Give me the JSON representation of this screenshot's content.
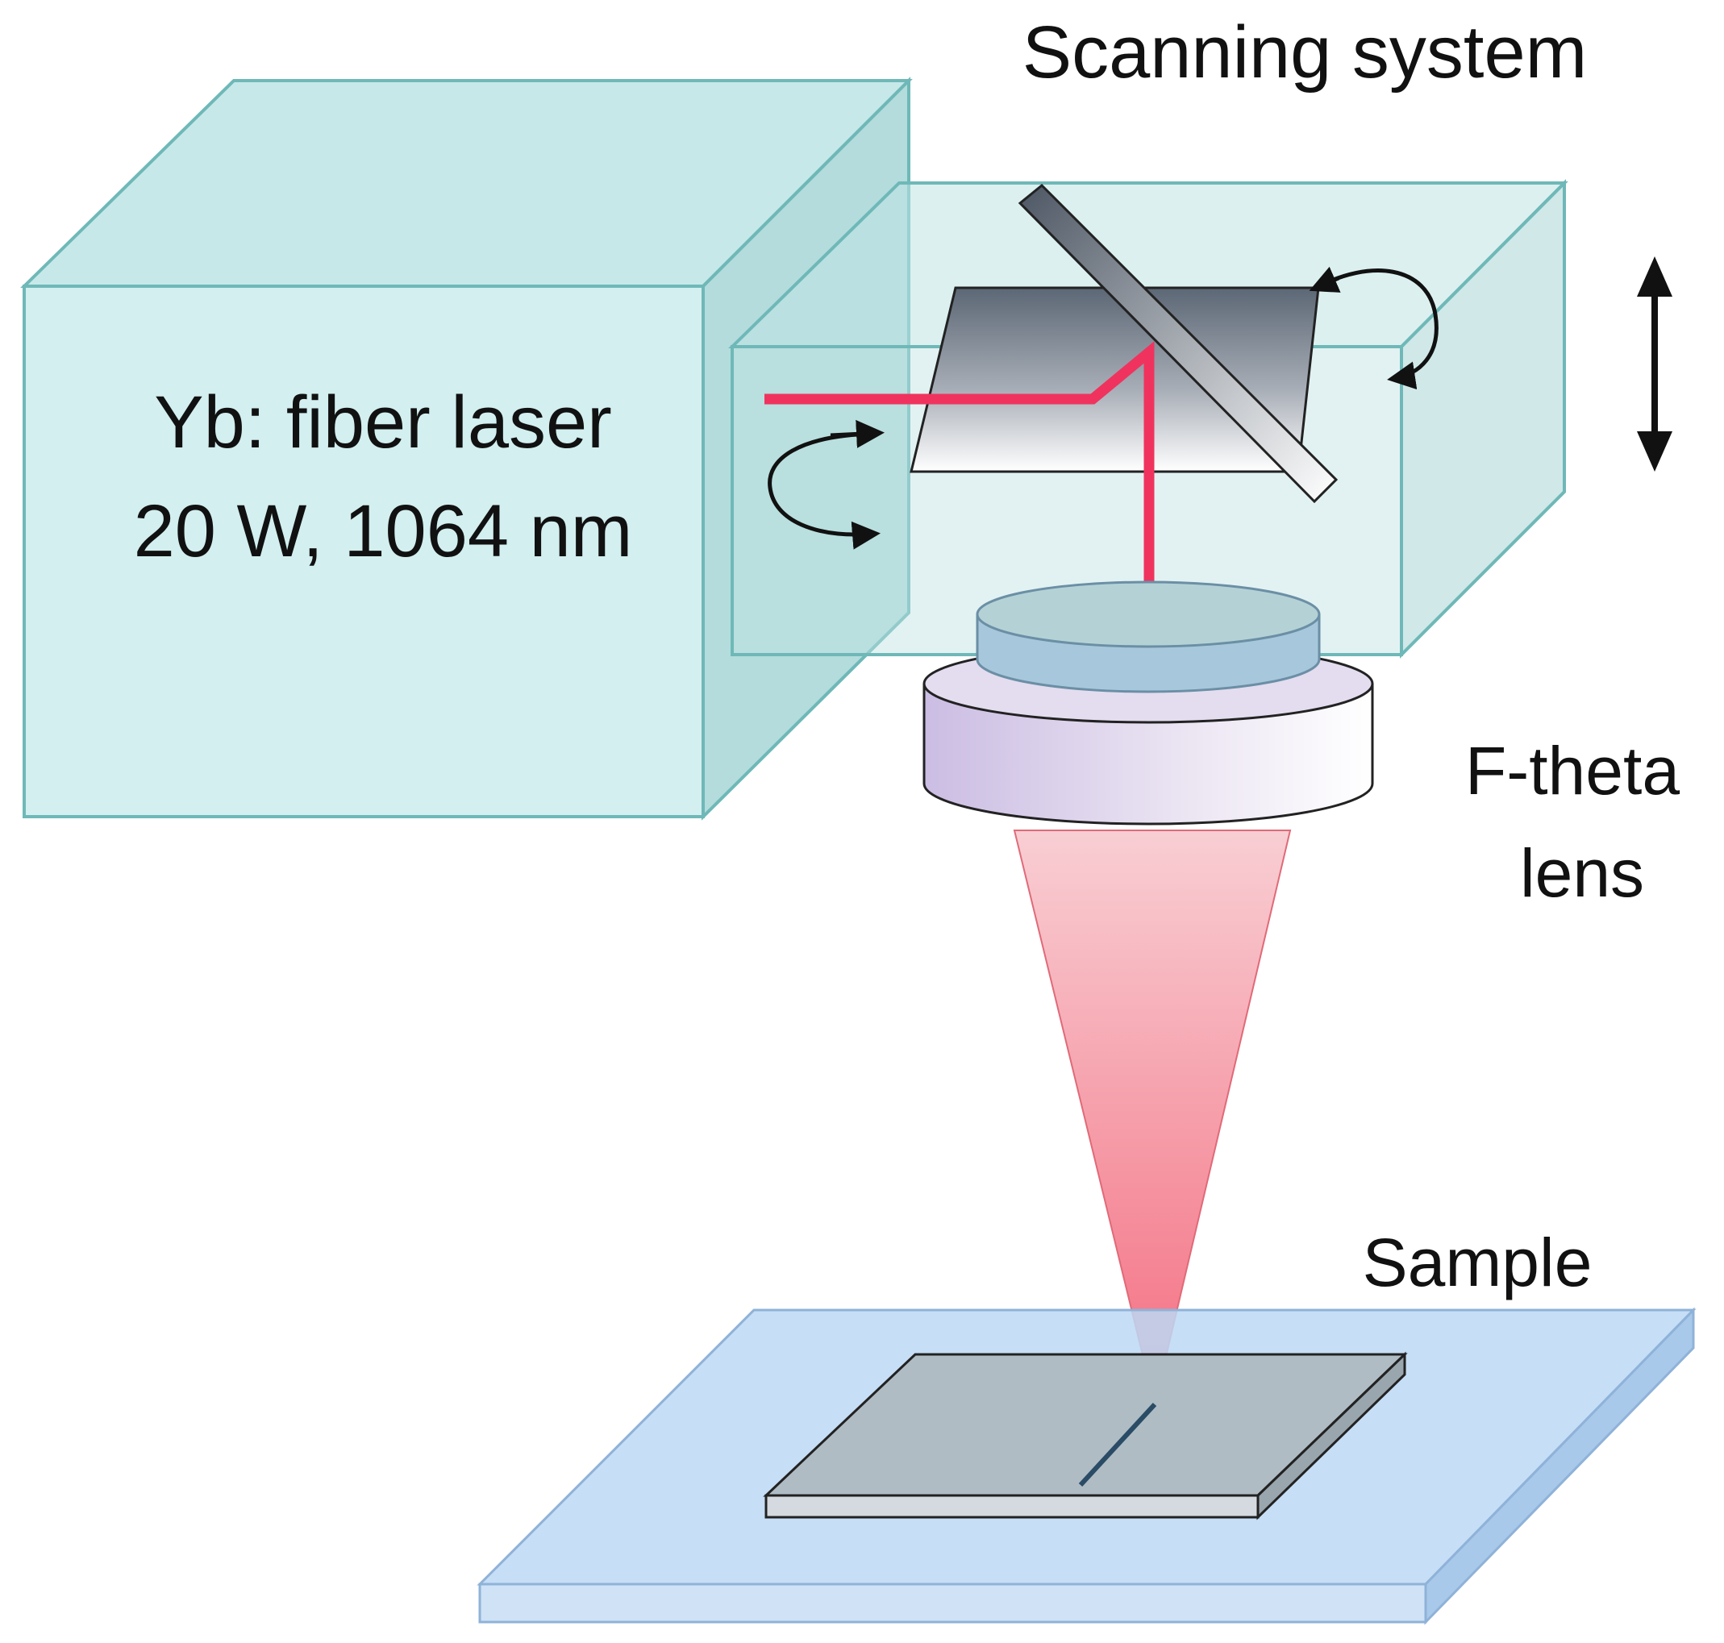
{
  "labels": {
    "scanning_system": "Scanning system",
    "laser_line1": "Yb: fiber laser",
    "laser_line2": "20 W, 1064 nm",
    "lens_line1": "F-theta",
    "lens_line2": "lens",
    "sample": "Sample"
  },
  "colors": {
    "laser_box_fill": "#d3eff0",
    "laser_box_stroke": "#6fb8b8",
    "scanner_box_fill": "#bfe3e3",
    "laser_beam": "#f0335e",
    "beam_cone": "#f06a7c",
    "stage": "#bcd8f5",
    "sample_plate": "#b0bcc4"
  }
}
